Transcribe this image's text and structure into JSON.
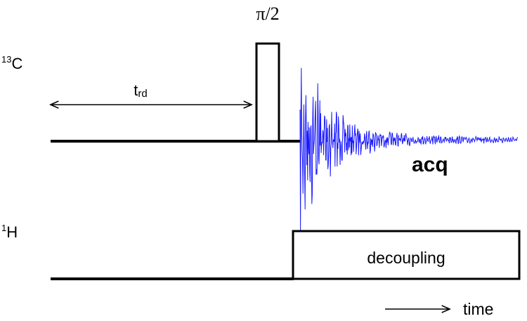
{
  "channels": {
    "carbon": {
      "mass": "13",
      "symbol": "C"
    },
    "proton": {
      "mass": "1",
      "symbol": "H"
    }
  },
  "pulse": {
    "label": "π/2"
  },
  "delay": {
    "base": "t",
    "subscript": "rd"
  },
  "acquisition": {
    "label": "acq",
    "signal_color": "#1a1aff"
  },
  "decoupling": {
    "label": "decoupling"
  },
  "time_axis": {
    "label": "time"
  },
  "colors": {
    "line": "#000000",
    "fid": "#1a1aff"
  }
}
